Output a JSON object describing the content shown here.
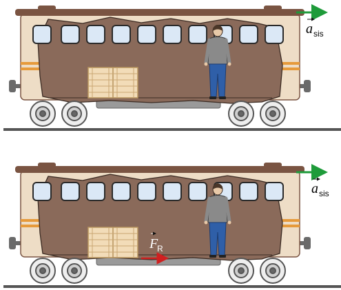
{
  "panels": [
    {
      "id": "top",
      "labels": {
        "acceleration_symbol": "a",
        "acceleration_subscript": "sis"
      },
      "shows_force": false
    },
    {
      "id": "bottom",
      "labels": {
        "acceleration_symbol": "a",
        "acceleration_subscript": "sis",
        "force_symbol": "F",
        "force_subscript": "R"
      },
      "shows_force": true
    }
  ],
  "colors": {
    "wagon_body": "#eeddc6",
    "wagon_roof": "#7a5442",
    "cutaway_interior": "#8a6a5a",
    "window_glass": "#dbe8f6",
    "stripe": "#e69a3b",
    "crate": "#f2dcb8",
    "rail": "#555555",
    "acceleration_arrow": "#1e9b3a",
    "force_arrow": "#d02020"
  },
  "icons": [
    "train-wagon-icon",
    "person-icon",
    "crate-icon",
    "wheel-icon"
  ]
}
